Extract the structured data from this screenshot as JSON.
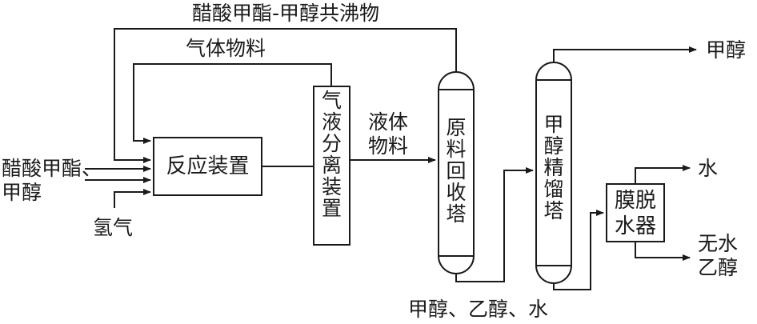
{
  "units": {
    "reactor": "反应装置",
    "separator": "气液分离装置",
    "recovery_tower": "原料回收塔",
    "methanol_tower": "甲醇精馏塔",
    "membrane": "膜脱水器"
  },
  "streams": {
    "azeotrope": "醋酸甲酯-甲醇共沸物",
    "gas_material": "气体物料",
    "liquid_material_1": "液体",
    "liquid_material_2": "物料",
    "feed_1": "醋酸甲酯、",
    "feed_2": "甲醇",
    "hydrogen": "氢气",
    "methanol_out": "甲醇",
    "bottoms": "甲醇、乙醇、水",
    "water": "水",
    "anhydrous_1": "无水",
    "anhydrous_2": "乙醇"
  },
  "colors": {
    "line": "#1a1a1a",
    "background": "#ffffff"
  }
}
